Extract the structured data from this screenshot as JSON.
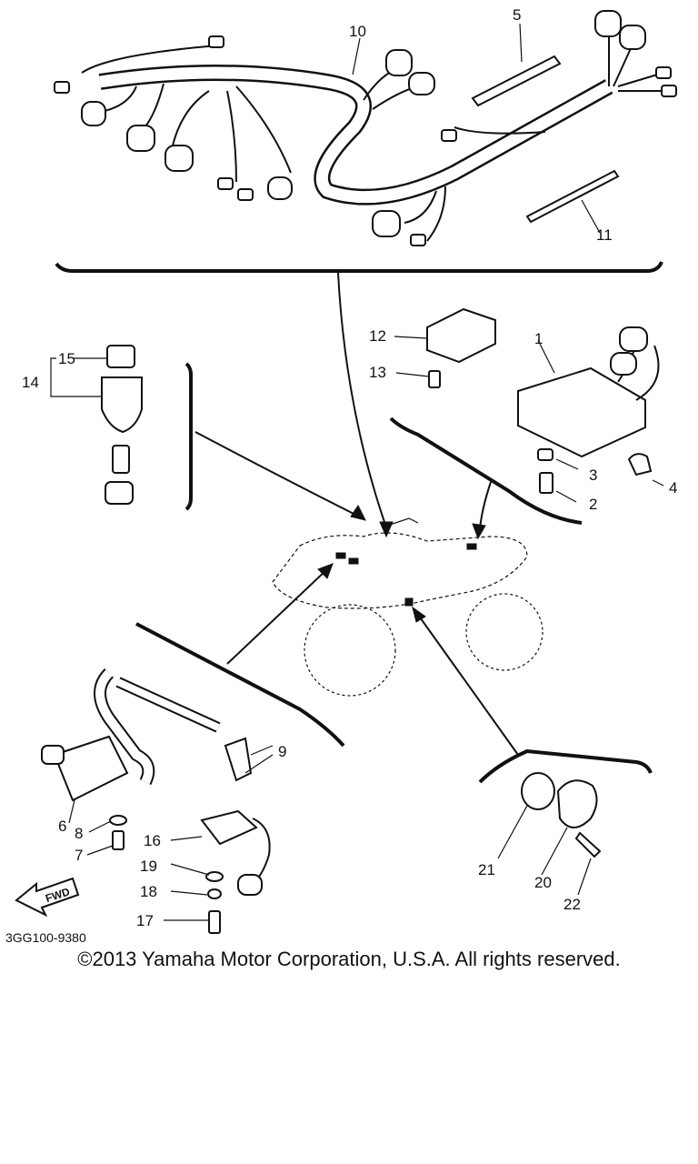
{
  "diagram": {
    "part_numbers": {
      "p1": "1",
      "p2": "2",
      "p3": "3",
      "p4": "4",
      "p5": "5",
      "p6": "6",
      "p7": "7",
      "p8": "8",
      "p9": "9",
      "p10": "10",
      "p11": "11",
      "p12": "12",
      "p13": "13",
      "p14": "14",
      "p15": "15",
      "p16": "16",
      "p17": "17",
      "p18": "18",
      "p19": "19",
      "p20": "20",
      "p21": "21",
      "p22": "22"
    },
    "drawing_code": "3GG100-9380",
    "fwd_label": "FWD",
    "copyright": "©2013 Yamaha Motor Corporation, U.S.A. All rights reserved."
  }
}
